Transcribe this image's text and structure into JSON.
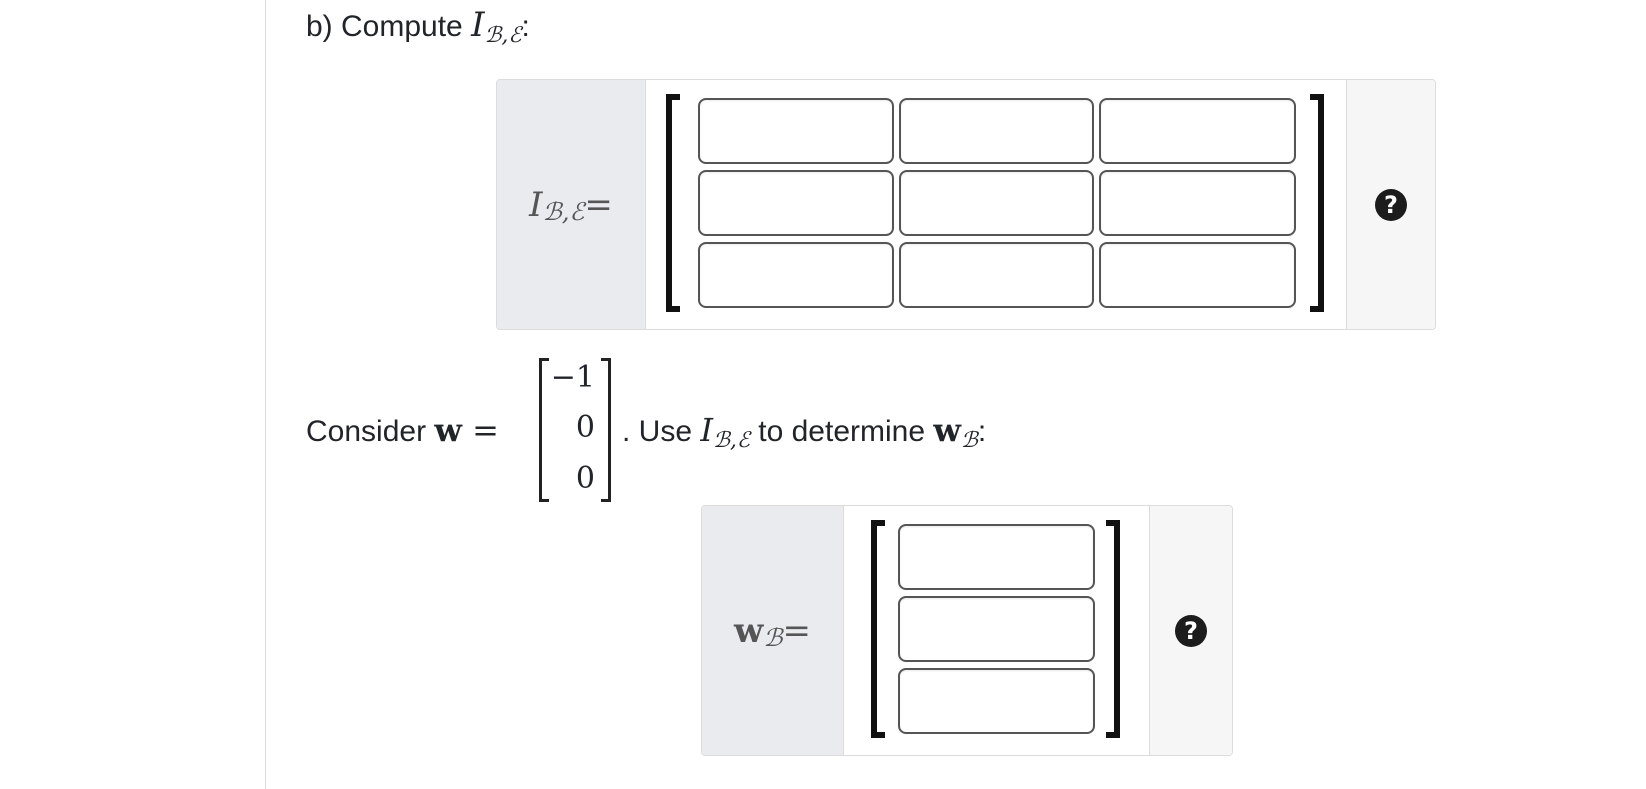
{
  "part_b": {
    "prefix": "b) Compute ",
    "math_I": "I",
    "math_sub": "ℬ,ℰ",
    "suffix": ":"
  },
  "matrix_widget": {
    "label_main": "I",
    "label_sub": "ℬ,ℰ",
    "label_eq": " =",
    "help_symbol": "?",
    "rows": 3,
    "cols": 3
  },
  "consider": {
    "prefix": "Consider ",
    "w": "w",
    "eq": " =",
    "vector": [
      "−1",
      "0",
      "0"
    ],
    "middle": ". Use ",
    "math_I": "I",
    "math_sub": "ℬ,ℰ",
    "to_determine": " to determine ",
    "w2": "w",
    "w2_sub": "ℬ",
    "suffix": ":"
  },
  "vector_widget": {
    "label_main": "w",
    "label_sub": "ℬ",
    "label_eq": " =",
    "help_symbol": "?",
    "rows": 3
  }
}
